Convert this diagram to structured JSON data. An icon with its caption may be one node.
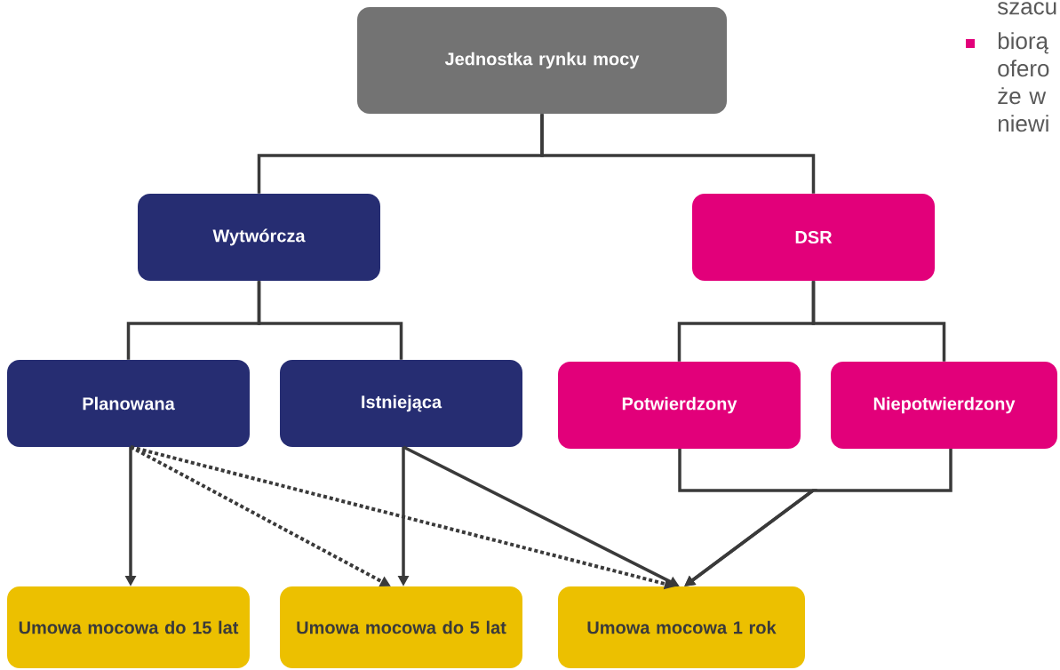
{
  "diagram": {
    "nodes": [
      {
        "text": [
          "Jednostka rynku mocy"
        ]
      },
      {
        "text": [
          "Wytwórcza"
        ]
      },
      {
        "text": [
          "DSR"
        ]
      },
      {
        "text": [
          "Planowana"
        ]
      },
      {
        "text": [
          "Istniejąca"
        ]
      },
      {
        "text": [
          "Potwierdzony"
        ]
      },
      {
        "text": [
          "Niepotwierdzony"
        ]
      },
      {
        "text": [
          "Umowa mocowa do 15 lat"
        ]
      },
      {
        "text": [
          "Umowa mocowa do 5 lat"
        ]
      },
      {
        "text": [
          "Umowa mocowa 1 rok"
        ]
      }
    ],
    "edges": [
      {
        "from": 0,
        "to": 1,
        "arrow": "none"
      },
      {
        "from": 0,
        "to": 2,
        "arrow": "none"
      },
      {
        "from": 1,
        "to": 3,
        "arrow": "none"
      },
      {
        "from": 1,
        "to": 4,
        "arrow": "none"
      },
      {
        "from": 2,
        "to": 5,
        "arrow": "none"
      },
      {
        "from": 2,
        "to": 6,
        "arrow": "none"
      },
      {
        "from": 3,
        "to": 7,
        "arrow": "to"
      },
      {
        "from": 3,
        "to": 8,
        "arrow": "to",
        "style": "dashed"
      },
      {
        "from": 3,
        "to": 9,
        "arrow": "to",
        "style": "dashed"
      },
      {
        "from": 4,
        "to": 8,
        "arrow": "to"
      },
      {
        "from": 4,
        "to": 9,
        "arrow": "to"
      },
      {
        "from": 5,
        "to": 9,
        "arrow": "to"
      },
      {
        "from": 6,
        "to": 9,
        "arrow": "to"
      }
    ],
    "labels": [
      "szacu",
      "biorą ofero że w niewi"
    ]
  }
}
